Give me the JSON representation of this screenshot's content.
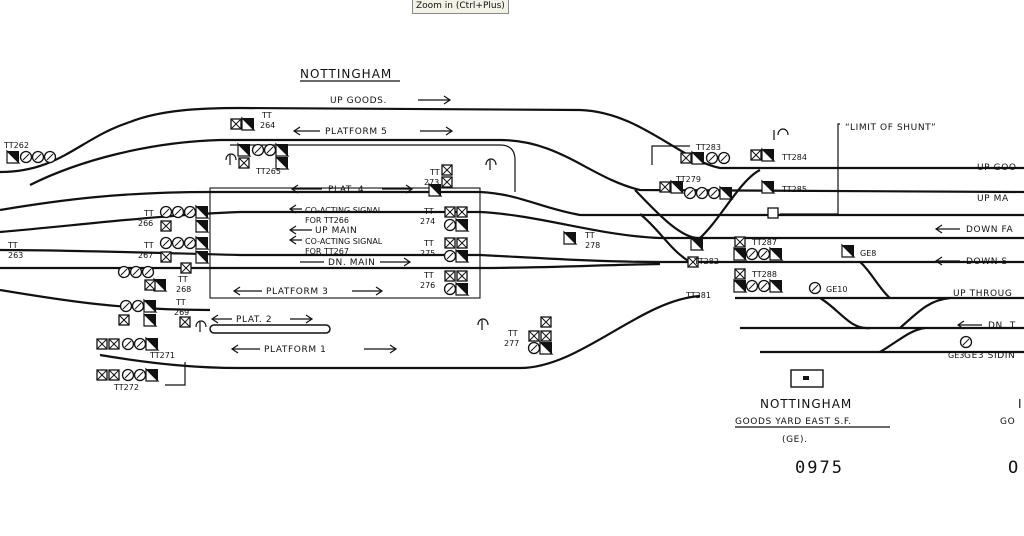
{
  "tooltip": "Zoom in (Ctrl+Plus)",
  "diagram": {
    "title": "NOTTINGHAM",
    "tracks": {
      "up_goods": "UP GOODS.",
      "platform_5": "PLATFORM 5",
      "plat_4": "PLAT. 4",
      "coacting_266_a": "CO-ACTING SIGNAL",
      "coacting_266_b": "FOR TT266",
      "up_main": "UP MAIN",
      "coacting_267_a": "CO-ACTING SIGNAL",
      "coacting_267_b": "FOR TT267",
      "dn_main": "DN. MAIN",
      "platform_3": "PLATFORM 3",
      "plat_2": "PLAT. 2",
      "platform_1": "PLATFORM 1",
      "limit_of_shunt": "“LIMIT OF SHUNT”",
      "right_up_goods": "UP GOO",
      "right_up_main": "UP MA",
      "right_down_fa": "DOWN FA",
      "right_down_s": "DOWN S",
      "right_up_through": "UP THROUG",
      "right_dn_t": "DN. T",
      "right_ge3_siding": "GE3 SIDIN"
    },
    "signals": {
      "tt262": "TT262",
      "tt263_a": "TT",
      "tt263_b": "263",
      "tt264_a": "TT",
      "tt264_b": "264",
      "tt265": "TT265",
      "tt266_a": "TT",
      "tt266_b": "266",
      "tt267_a": "TT",
      "tt267_b": "267",
      "tt268_a": "TT",
      "tt268_b": "268",
      "tt269_a": "TT",
      "tt269_b": "269",
      "tt271": "TT271",
      "tt272": "TT272",
      "tt273_a": "TT",
      "tt273_b": "273",
      "tt274_a": "TT",
      "tt274_b": "274",
      "tt275_a": "TT",
      "tt275_b": "275",
      "tt276_a": "TT",
      "tt276_b": "276",
      "tt277_a": "TT",
      "tt277_b": "277",
      "tt278_a": "TT",
      "tt278_b": "278",
      "tt279": "TT279",
      "tt281": "TT281",
      "tt282": "TT282",
      "tt283": "TT283",
      "tt284": "TT284",
      "tt285": "TT285",
      "tt287": "TT287",
      "tt288": "TT288",
      "ge8": "GE8",
      "ge10": "GE10",
      "ge3": "GE3"
    },
    "legend": {
      "box_name": "NOTTINGHAM",
      "box_name_right_partial": "I",
      "box_sub": "GOODS YARD EAST S.F.",
      "box_sub_right_partial": "GO",
      "box_code": "(GE).",
      "number": "0975",
      "number_right_partial": "O"
    }
  }
}
